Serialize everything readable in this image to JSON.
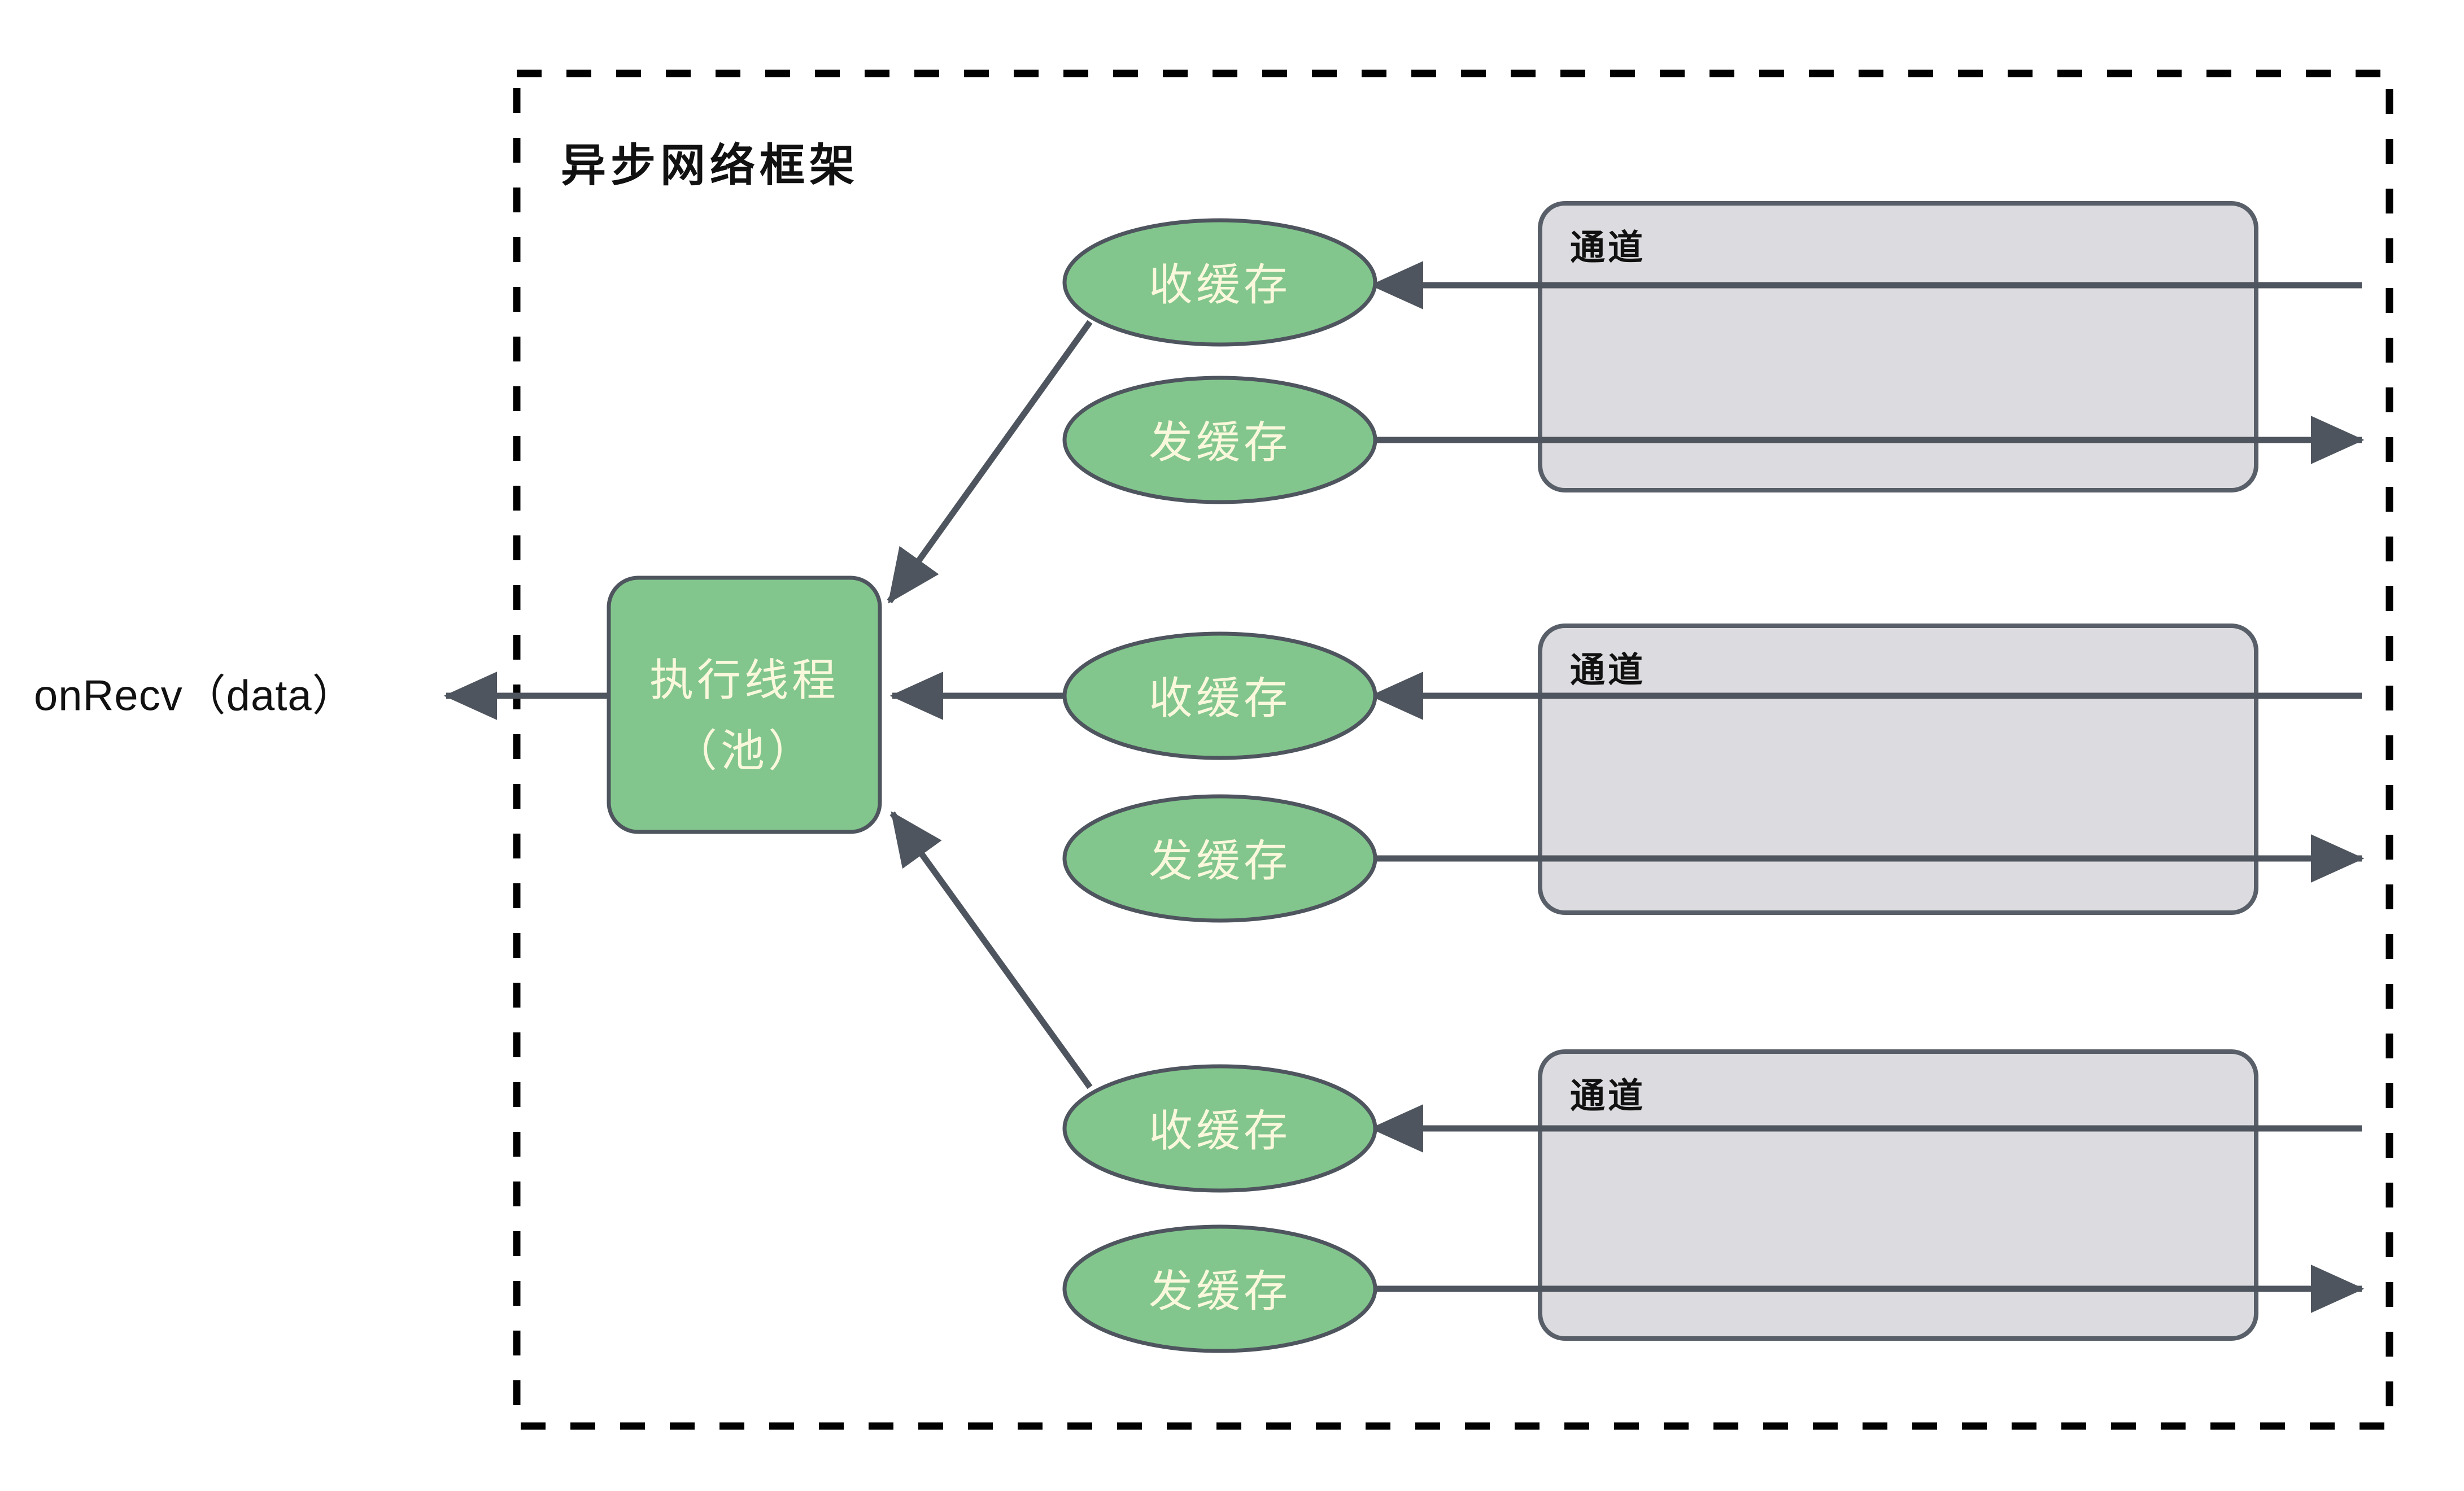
{
  "diagram": {
    "title": "异步网络框架",
    "callback_label": "onRecv（data）",
    "thread_pool": {
      "line1": "执行线程",
      "line2": "（池）"
    },
    "channel_label": "通道",
    "recv_buffer_label": "收缓存",
    "send_buffer_label": "发缓存",
    "colors": {
      "node_fill": "#82C68D",
      "node_stroke": "#4F555E",
      "channel_fill": "#DCDCE0",
      "channel_stroke": "#595F68",
      "edge": "#4F555E",
      "boundary": "#000000",
      "node_text": "#FAF8DC",
      "plain_text": "#111111",
      "background": "#FFFFFF"
    },
    "groups": [
      {
        "index": 1,
        "channel_label": "通道",
        "recv_buffer_label": "收缓存",
        "send_buffer_label": "发缓存"
      },
      {
        "index": 2,
        "channel_label": "通道",
        "recv_buffer_label": "收缓存",
        "send_buffer_label": "发缓存"
      },
      {
        "index": 3,
        "channel_label": "通道",
        "recv_buffer_label": "收缓存",
        "send_buffer_label": "发缓存"
      }
    ]
  }
}
